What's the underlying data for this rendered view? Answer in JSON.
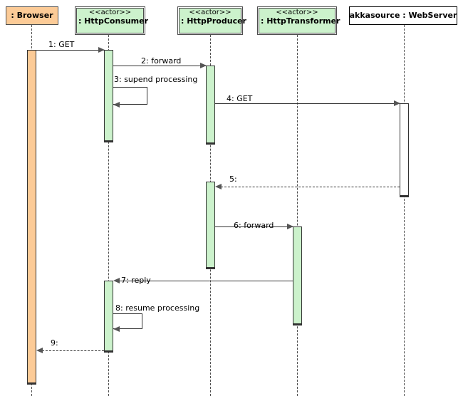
{
  "diagram": {
    "type": "uml-sequence-diagram",
    "colors": {
      "actor_fill": "#ccf2cc",
      "browser_fill": "#fccb97",
      "plain_fill": "#ffffff",
      "line": "#333333",
      "lifeline": "#4d4d4d"
    }
  },
  "participants": [
    {
      "id": "browser",
      "stereotype": "",
      "name": ": Browser",
      "kind": "browser"
    },
    {
      "id": "httpconsumer",
      "stereotype": "<<actor>>",
      "name": ": HttpConsumer",
      "kind": "actor"
    },
    {
      "id": "httpproducer",
      "stereotype": "<<actor>>",
      "name": ": HttpProducer",
      "kind": "actor"
    },
    {
      "id": "httptransformer",
      "stereotype": "<<actor>>",
      "name": ": HttpTransformer",
      "kind": "actor"
    },
    {
      "id": "webserver",
      "stereotype": "",
      "name": "akkasource : WebServer",
      "kind": "plain"
    }
  ],
  "messages": [
    {
      "seq": "1",
      "label": "1: GET",
      "from": "browser",
      "to": "httpconsumer",
      "style": "solid",
      "direction": "right"
    },
    {
      "seq": "2",
      "label": "2: forward",
      "from": "httpconsumer",
      "to": "httpproducer",
      "style": "solid",
      "direction": "right"
    },
    {
      "seq": "3",
      "label": "3: supend processing",
      "from": "httpconsumer",
      "to": "httpconsumer",
      "style": "solid",
      "direction": "self"
    },
    {
      "seq": "4",
      "label": "4: GET",
      "from": "httpproducer",
      "to": "webserver",
      "style": "solid",
      "direction": "right"
    },
    {
      "seq": "5",
      "label": "5:",
      "from": "webserver",
      "to": "httpproducer",
      "style": "dashed",
      "direction": "left"
    },
    {
      "seq": "6",
      "label": "6: forward",
      "from": "httpproducer",
      "to": "httptransformer",
      "style": "solid",
      "direction": "right"
    },
    {
      "seq": "7",
      "label": "7: reply",
      "from": "httptransformer",
      "to": "httpconsumer",
      "style": "solid",
      "direction": "left"
    },
    {
      "seq": "8",
      "label": "8: resume processing",
      "from": "httpconsumer",
      "to": "httpconsumer",
      "style": "solid",
      "direction": "self"
    },
    {
      "seq": "9",
      "label": "9:",
      "from": "httpconsumer",
      "to": "browser",
      "style": "dashed",
      "direction": "left"
    }
  ]
}
